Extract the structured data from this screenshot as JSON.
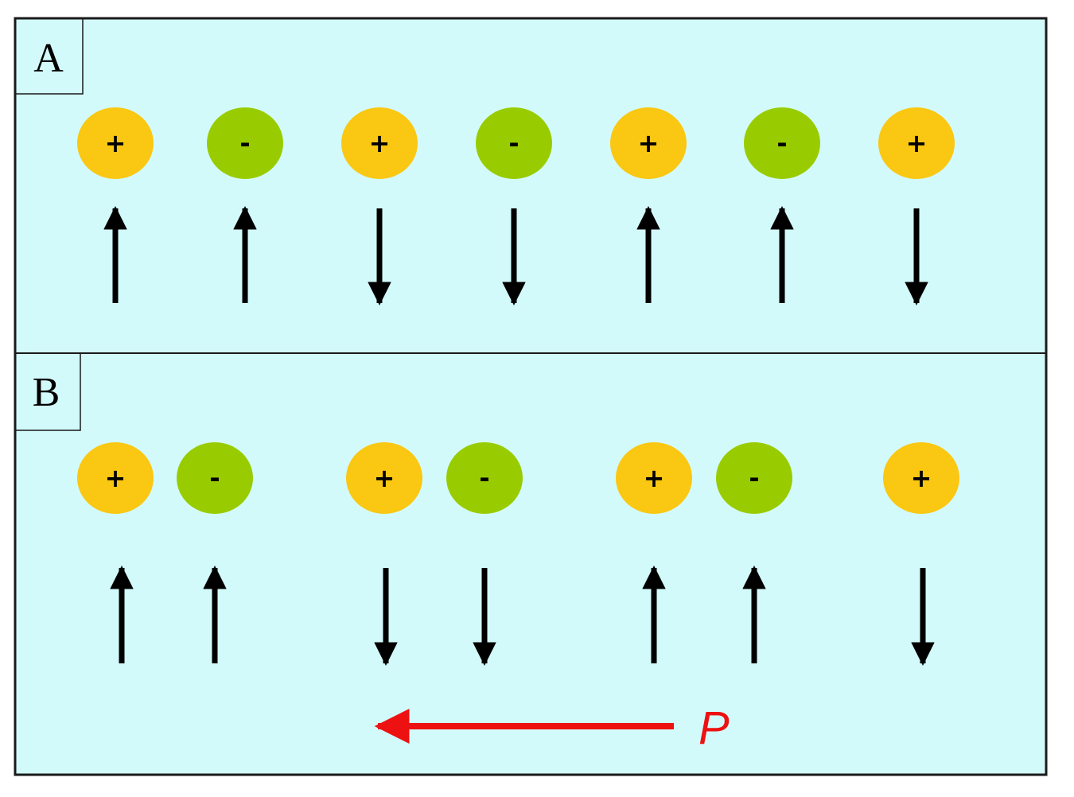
{
  "colors": {
    "background": "#d3fafb",
    "border": "#1a1a1a",
    "positive_ion": "#fac712",
    "negative_ion": "#99cc00",
    "spin_arrow": "#000000",
    "polarization": "#ee1111"
  },
  "panels": [
    {
      "label": "A",
      "ions": [
        {
          "sign": "+",
          "charge": "positive",
          "spin": "up"
        },
        {
          "sign": "-",
          "charge": "negative",
          "spin": "up"
        },
        {
          "sign": "+",
          "charge": "positive",
          "spin": "down"
        },
        {
          "sign": "-",
          "charge": "negative",
          "spin": "down"
        },
        {
          "sign": "+",
          "charge": "positive",
          "spin": "up"
        },
        {
          "sign": "-",
          "charge": "negative",
          "spin": "up"
        },
        {
          "sign": "+",
          "charge": "positive",
          "spin": "down"
        }
      ]
    },
    {
      "label": "B",
      "ions": [
        {
          "sign": "+",
          "charge": "positive",
          "spin": "up"
        },
        {
          "sign": "-",
          "charge": "negative",
          "spin": "up"
        },
        {
          "sign": "+",
          "charge": "positive",
          "spin": "down"
        },
        {
          "sign": "-",
          "charge": "negative",
          "spin": "down"
        },
        {
          "sign": "+",
          "charge": "positive",
          "spin": "up"
        },
        {
          "sign": "-",
          "charge": "negative",
          "spin": "up"
        },
        {
          "sign": "+",
          "charge": "positive",
          "spin": "down"
        }
      ],
      "polarization": {
        "label": "P",
        "direction": "left"
      }
    }
  ]
}
